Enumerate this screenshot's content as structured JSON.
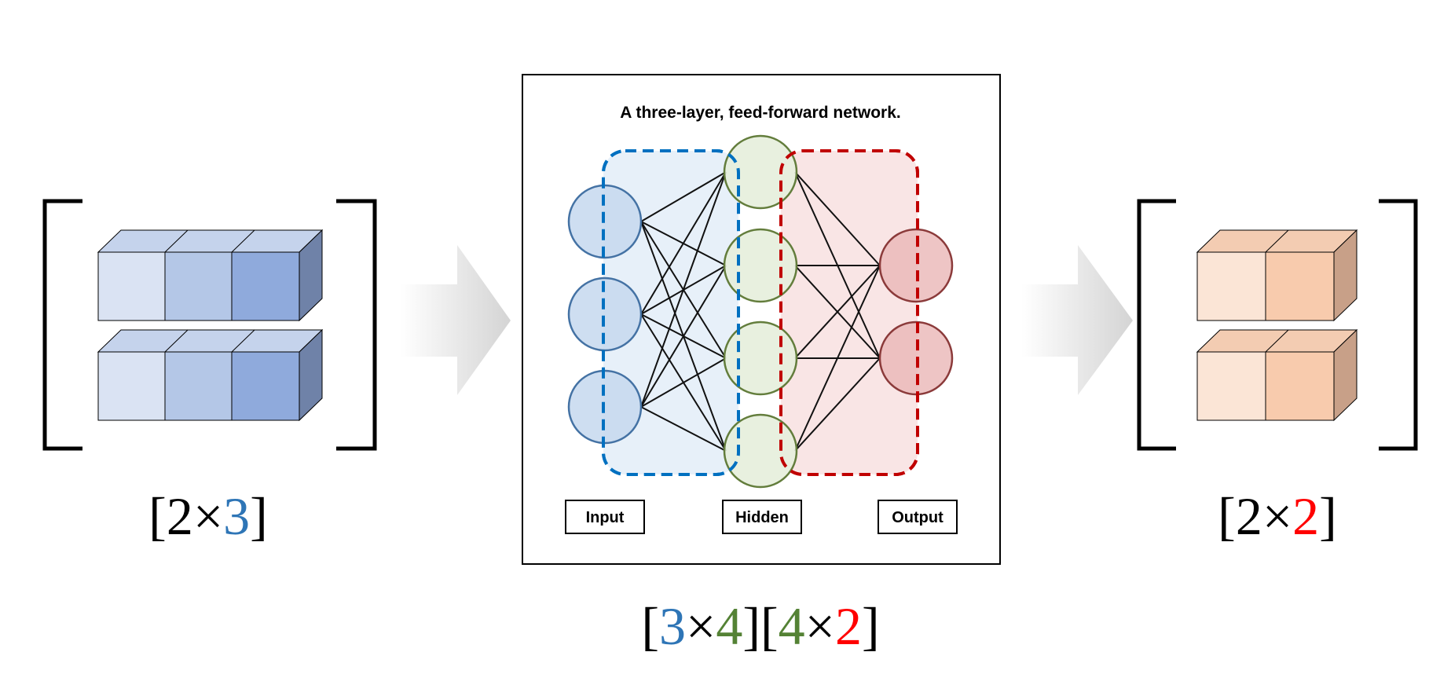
{
  "network": {
    "title": "A three-layer, feed-forward network.",
    "labels": {
      "input": "Input",
      "hidden": "Hidden",
      "output": "Output"
    },
    "layers": {
      "input_nodes": 3,
      "hidden_nodes": 4,
      "output_nodes": 2
    }
  },
  "input_matrix": {
    "open": "[",
    "rows": "2",
    "times": "×",
    "cols": "3",
    "close": "]",
    "row_count": 2,
    "col_count": 3
  },
  "output_matrix": {
    "open": "[",
    "rows": "2",
    "times": "×",
    "cols": "2",
    "close": "]",
    "row_count": 2,
    "col_count": 2
  },
  "weights": {
    "w1_open": "[",
    "w1_rows": "3",
    "w1_times": "×",
    "w1_cols": "4",
    "w1_close": "]",
    "w2_open": "[",
    "w2_rows": "4",
    "w2_times": "×",
    "w2_cols": "2",
    "w2_close": "]"
  },
  "colors": {
    "blue_text": "#2e75b6",
    "green_text": "#548235",
    "red_text": "#ff0000",
    "blue_dash": "#0070c0",
    "red_dash": "#c00000"
  }
}
